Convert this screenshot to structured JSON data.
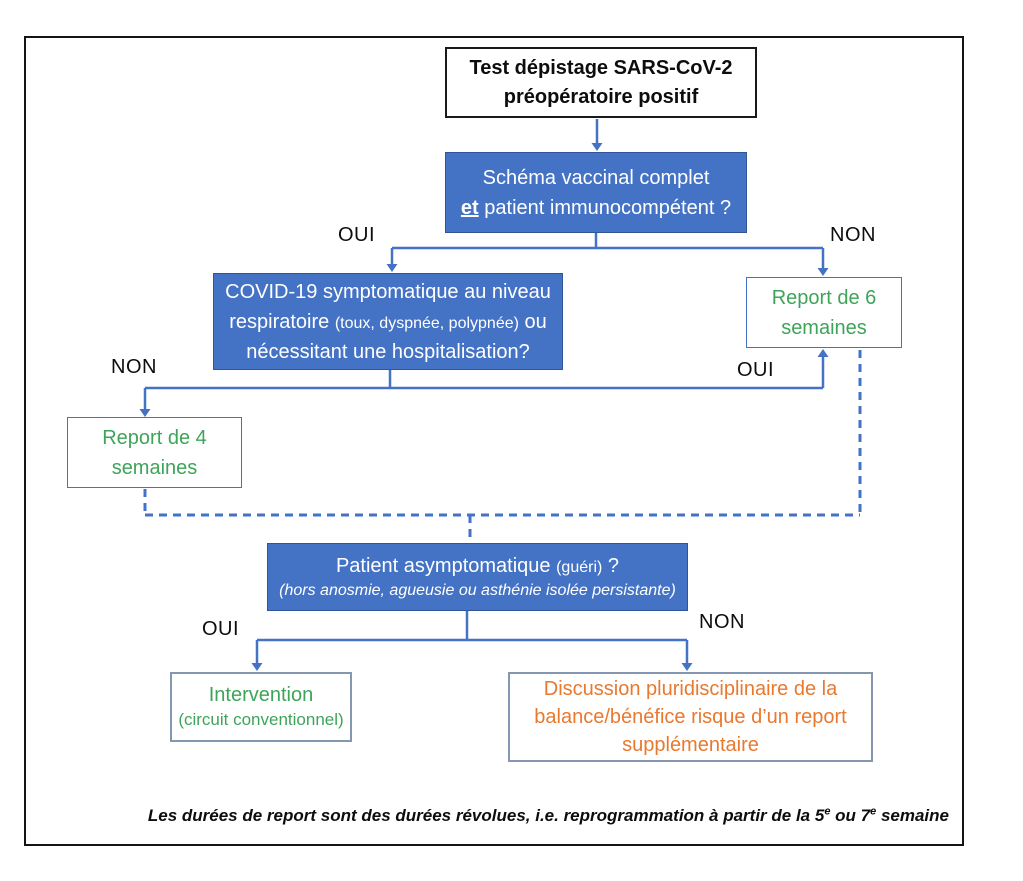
{
  "diagram": {
    "start": {
      "line1": "Test dépistage SARS-CoV-2",
      "line2": "préopératoire positif"
    },
    "vaccine": {
      "line1": "Schéma vaccinal complet",
      "et": "et",
      "rest": "patient immunocompétent ?"
    },
    "covid": {
      "line1": "COVID-19 symptomatique au niveau",
      "line2_pre": "respiratoire",
      "line2_small": "(toux, dyspnée, polypnée)",
      "line2_post": "ou",
      "line3": "nécessitant une hospitalisation?"
    },
    "report6": {
      "line1": "Report de 6",
      "line2": "semaines"
    },
    "report4": {
      "line1": "Report de 4",
      "line2": "semaines"
    },
    "patient": {
      "line1_main": "Patient asymptomatique",
      "line1_small": "(guéri)",
      "line1_q": "?",
      "line2": "(hors anosmie, agueusie ou asthénie isolée persistante)"
    },
    "intervention": {
      "line1": "Intervention",
      "line2": "(circuit conventionnel)"
    },
    "discussion": {
      "line1": "Discussion pluridisciplinaire de la",
      "line2": "balance/bénéfice risque d’un report",
      "line3": "supplémentaire"
    },
    "labels": {
      "oui_top": "OUI",
      "non_top": "NON",
      "non_mid": "NON",
      "oui_mid": "OUI",
      "oui_bottom": "OUI",
      "non_bottom": "NON"
    },
    "footer": {
      "part1": "Les durées de report sont des durées révolues, i.e. reprogrammation à partir de la 5",
      "sup1": "e",
      "part2": " ou 7",
      "sup2": "e",
      "part3": " semaine"
    },
    "colors": {
      "box_blue": "#4472C4",
      "box_blue_border": "#2F5597",
      "line_blue": "#4472C4",
      "green_text": "#3EA45A",
      "orange_text": "#E8792F",
      "outcome_border": "#8496B0"
    }
  }
}
